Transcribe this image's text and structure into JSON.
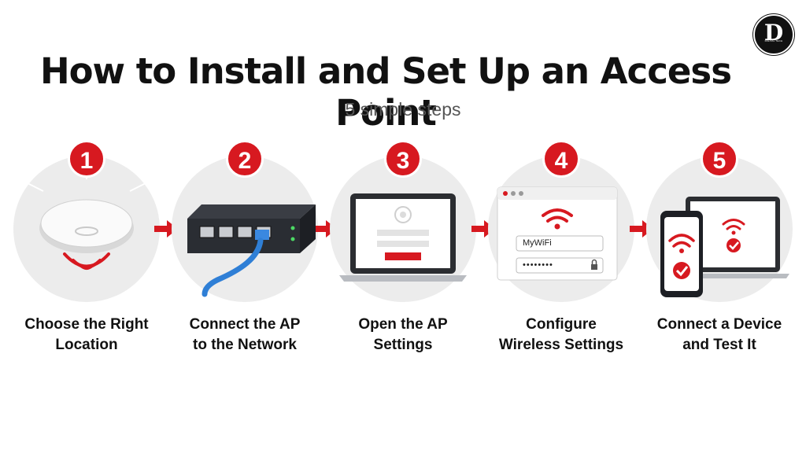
{
  "title": "How to Install and Set Up an Access Point",
  "subtitle": "5 simple steps",
  "logo": {
    "letter": "D",
    "text": "DIGITAL TECH"
  },
  "steps": [
    {
      "number": "1",
      "label_line1": "Choose the Right",
      "label_line2": "Location"
    },
    {
      "number": "2",
      "label_line1": "Connect the AP",
      "label_line2": "to the Network"
    },
    {
      "number": "3",
      "label_line1": "Open the AP",
      "label_line2": "Settings"
    },
    {
      "number": "4",
      "label_line1": "Configure",
      "label_line2": "Wireless Settings"
    },
    {
      "number": "5",
      "label_line1": "Connect a Device",
      "label_line2": "and Test It"
    }
  ],
  "wifi_form": {
    "ssid": "MyWiFi",
    "password": "••••••••"
  },
  "colors": {
    "accent": "#d71920",
    "cable": "#2f7fd6",
    "background_circle": "#ececec"
  },
  "icons": [
    "wifi-icon",
    "check-icon",
    "lock-icon",
    "arrow-right-icon"
  ]
}
